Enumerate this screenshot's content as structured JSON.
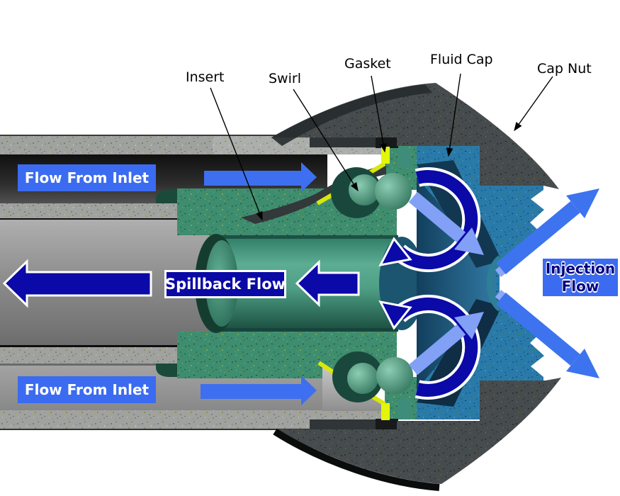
{
  "part_labels": {
    "insert": "Insert",
    "swirl": "Swirl",
    "gasket": "Gasket",
    "fluid_cap": "Fluid Cap",
    "cap_nut": "Cap Nut"
  },
  "flow_labels": {
    "inlet_top": "Flow From Inlet",
    "inlet_bottom": "Flow From Inlet",
    "spillback": "Spillback Flow",
    "injection_line1": "Injection",
    "injection_line2": "Flow"
  },
  "colors": {
    "flow_label_blue": "#3B6BF0",
    "spillback_navy": "#0A09A5",
    "injection_text_navy": "#000080",
    "light_flow_arrow_blue": "#82A0F6",
    "spray_arrow_blue": "#3D73EE",
    "swirl_arrow_navy": "#0B09A8",
    "gasket_yellow": "#E3F50A",
    "insert_green": "#3F8D6F",
    "spillback_tube_teal": "#4E9F85",
    "fluid_cap_blue": "#2A7AA9",
    "cap_nut_gray": "#464B4D",
    "pipe_gray": "#9FA29F",
    "background": "#FFFFFF"
  }
}
